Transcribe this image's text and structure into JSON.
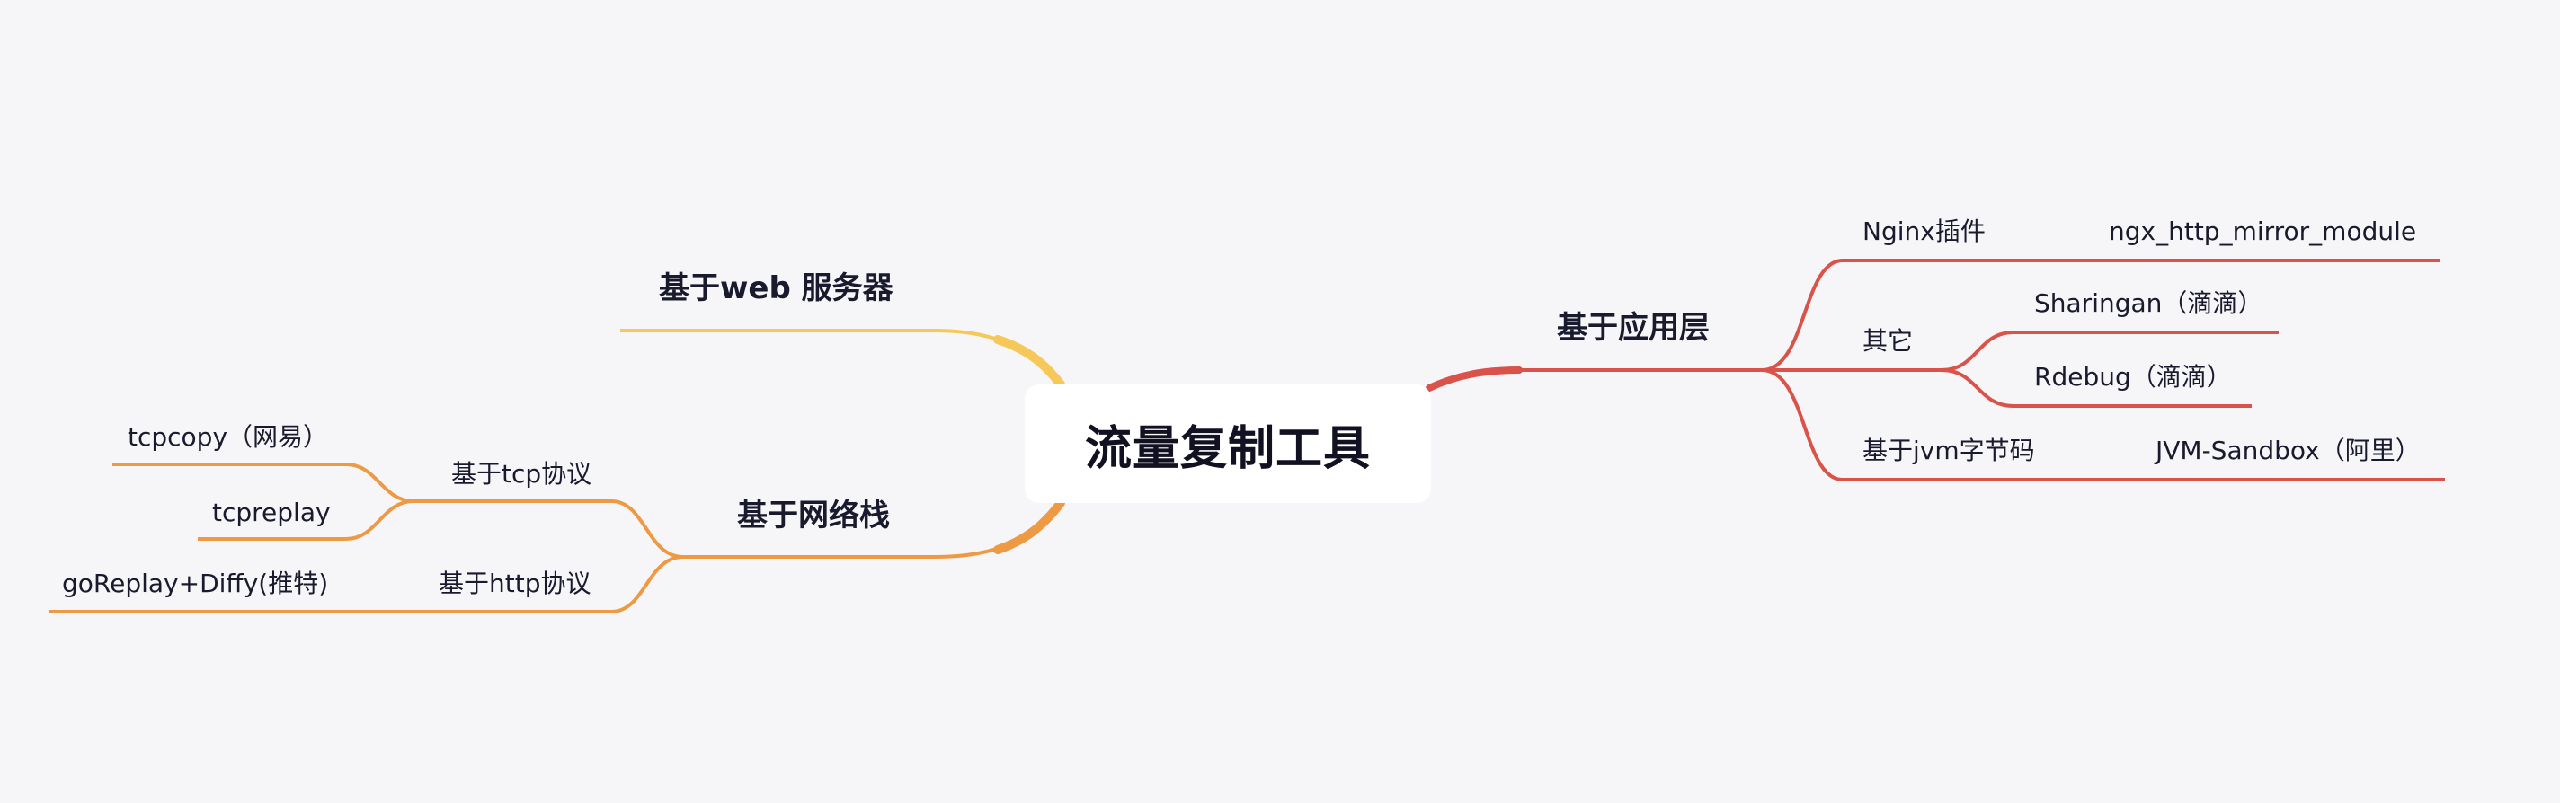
{
  "diagram": {
    "root": "流量复制工具",
    "colors": {
      "background": "#f6f6f8",
      "red_branch": "#d9534a",
      "orange_branch": "#ee9a45",
      "yellow_branch": "#f6c859",
      "root_fill": "#ffffff"
    },
    "branches": {
      "app_layer": {
        "label": "基于应用层",
        "children": {
          "nginx": {
            "label": "Nginx插件",
            "leaf": "ngx_http_mirror_module"
          },
          "other": {
            "label": "其它",
            "leaf_sharingan": "Sharingan（滴滴）",
            "leaf_rdebug": "Rdebug（滴滴）"
          },
          "jvm": {
            "label": "基于jvm字节码",
            "leaf": "JVM-Sandbox（阿里）"
          }
        }
      },
      "web_server": {
        "label": "基于web 服务器"
      },
      "net_stack": {
        "label": "基于网络栈",
        "children": {
          "tcp": {
            "label": "基于tcp协议",
            "leaf_tcpcopy": "tcpcopy（网易）",
            "leaf_tcpreplay": "tcpreplay"
          },
          "http": {
            "label": "基于http协议",
            "leaf": "goReplay+Diffy(推特)"
          }
        }
      }
    }
  }
}
